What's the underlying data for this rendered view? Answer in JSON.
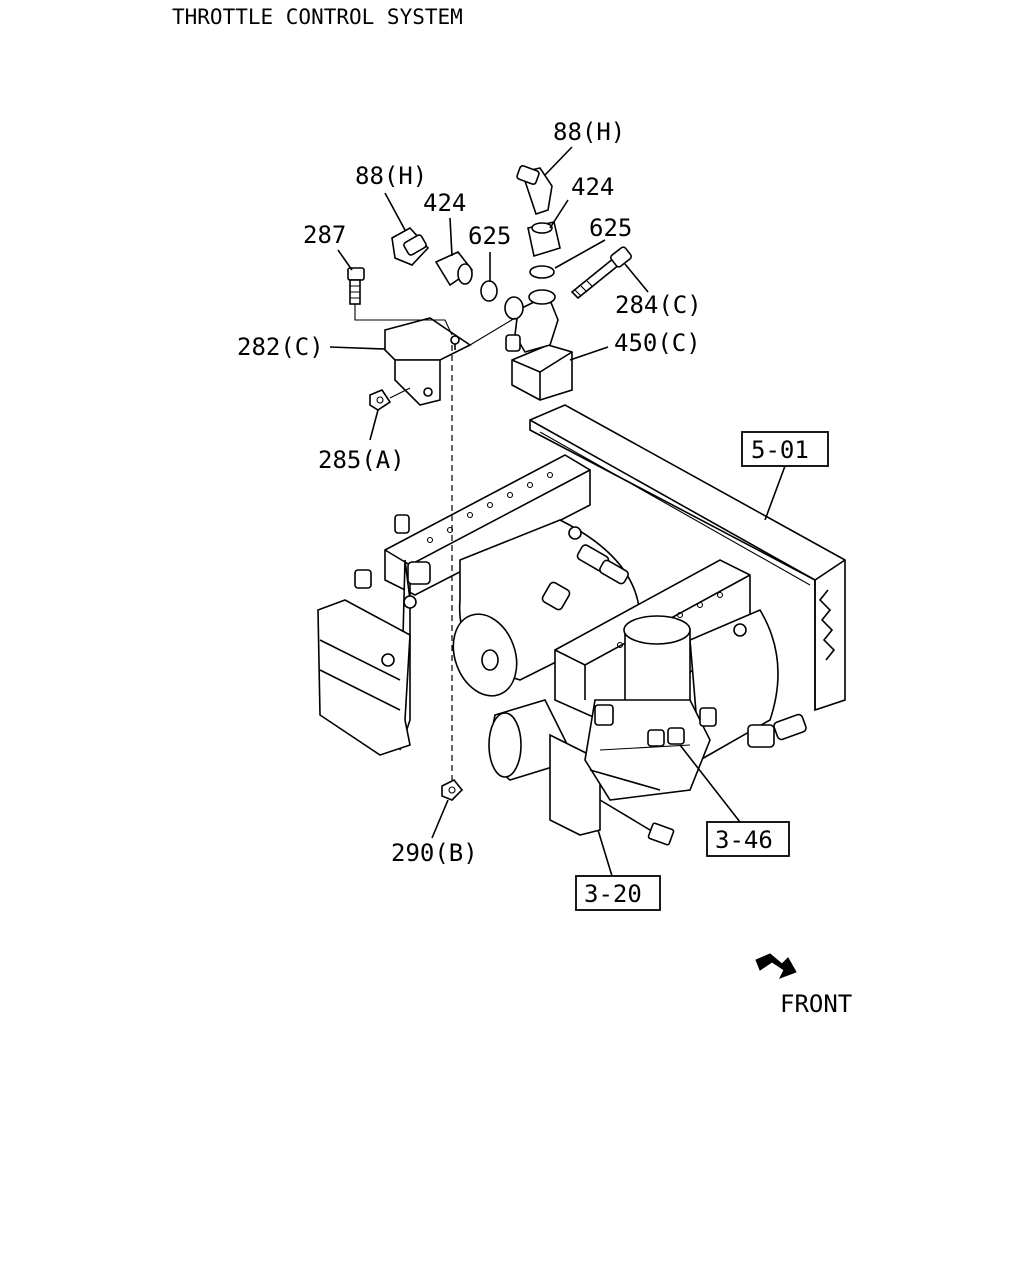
{
  "title": "THROTTLE CONTROL SYSTEM",
  "callouts": [
    "88(H)",
    "88(H)",
    "424",
    "424",
    "625",
    "625",
    "287",
    "284(C)",
    "282(C)",
    "450(C)",
    "285(A)",
    "290(B)"
  ],
  "references": [
    "5-01",
    "3-46",
    "3-20"
  ],
  "front_label": "FRONT",
  "icons": [
    "front-arrow-icon"
  ]
}
